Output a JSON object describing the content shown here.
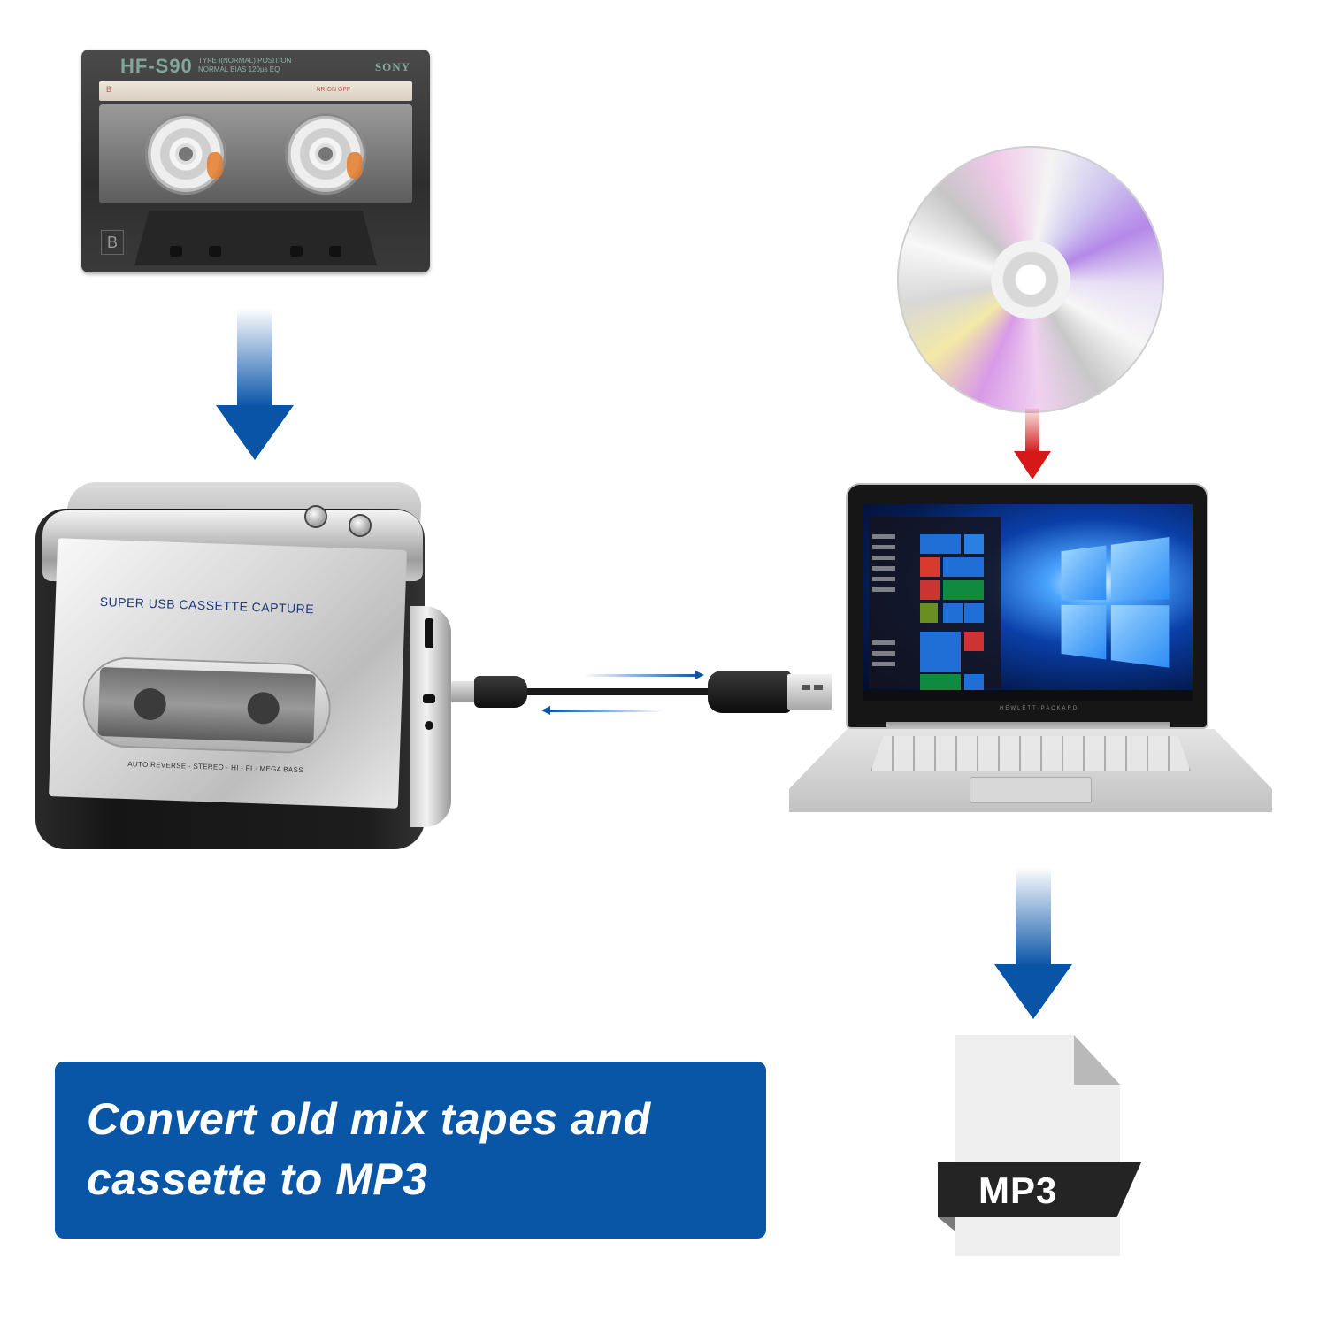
{
  "cassette": {
    "model": "HF-S90",
    "type_line_1": "TYPE I(NORMAL) POSITION",
    "type_line_2": "NORMAL BIAS 120µs EQ",
    "brand": "SONY",
    "side_small": "B",
    "nr_text": "NR  ON  OFF",
    "side_big": "B"
  },
  "player": {
    "title": "SUPER USB CASSETTE CAPTURE",
    "tagline": "AUTO REVERSE · STEREO · HI - FI · MEGA BASS"
  },
  "laptop": {
    "brand": "HEWLETT·PACKARD"
  },
  "mp3_file": {
    "label": "MP3"
  },
  "caption": {
    "line1": "Convert old mix tapes and",
    "line2": "cassette to MP3"
  },
  "colors": {
    "accent_blue": "#0a56a6",
    "arrow_red": "#d61818",
    "file_band": "#242424"
  },
  "icons": [
    "arrow-down-icon",
    "usb-cable-icon",
    "cd-disc-icon",
    "file-icon"
  ]
}
